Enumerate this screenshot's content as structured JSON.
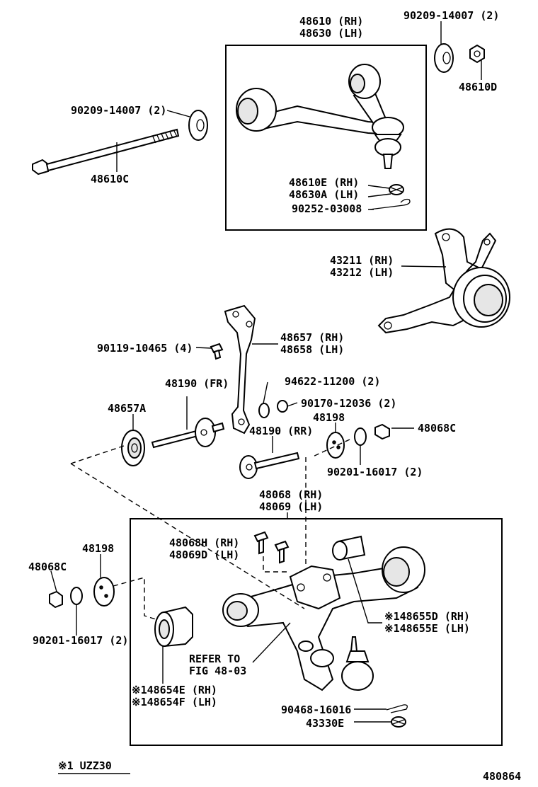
{
  "diagram_id": "480864",
  "footnote": "※1  UZZ30",
  "labels": {
    "upper_arm_rh": "48610 (RH)",
    "upper_arm_lh": "48630 (LH)",
    "washer_top_right": "90209-14007 (2)",
    "nut_48610d": "48610D",
    "washer_left": "90209-14007 (2)",
    "bolt_48610c": "48610C",
    "nut_48610e_rh": "48610E (RH)",
    "nut_48630a_lh": "48630A (LH)",
    "pin_90252": "90252-03008",
    "knuckle_rh": "43211 (RH)",
    "knuckle_lh": "43212 (LH)",
    "bracket_rh": "48657 (RH)",
    "bracket_lh": "48658 (LH)",
    "bolt_90119": "90119-10465 (4)",
    "washer_94622": "94622-11200 (2)",
    "nut_90170": "90170-12036 (2)",
    "bolt_fr": "48190 (FR)",
    "bush_48657a": "48657A",
    "bolt_rr": "48190 (RR)",
    "cam_48198_right": "48198",
    "nut_48068c_right": "48068C",
    "washer_90201_right": "90201-16017 (2)",
    "lower_arm_rh": "48068 (RH)",
    "lower_arm_lh": "48069 (LH)",
    "bolt_48068h_rh": "48068H (RH)",
    "bolt_48069d_lh": "48069D (LH)",
    "cam_48198_left": "48198",
    "nut_48068c_left": "48068C",
    "washer_90201_left": "90201-16017 (2)",
    "bush_rear_rh": "※148655D (RH)",
    "bush_rear_lh": "※148655E (LH)",
    "refer_to": "REFER TO",
    "refer_fig": "FIG 48-03",
    "bush_front_rh": "※148654E (RH)",
    "bush_front_lh": "※148654F (LH)",
    "pin_90468": "90468-16016",
    "nut_43330e": "43330E"
  }
}
